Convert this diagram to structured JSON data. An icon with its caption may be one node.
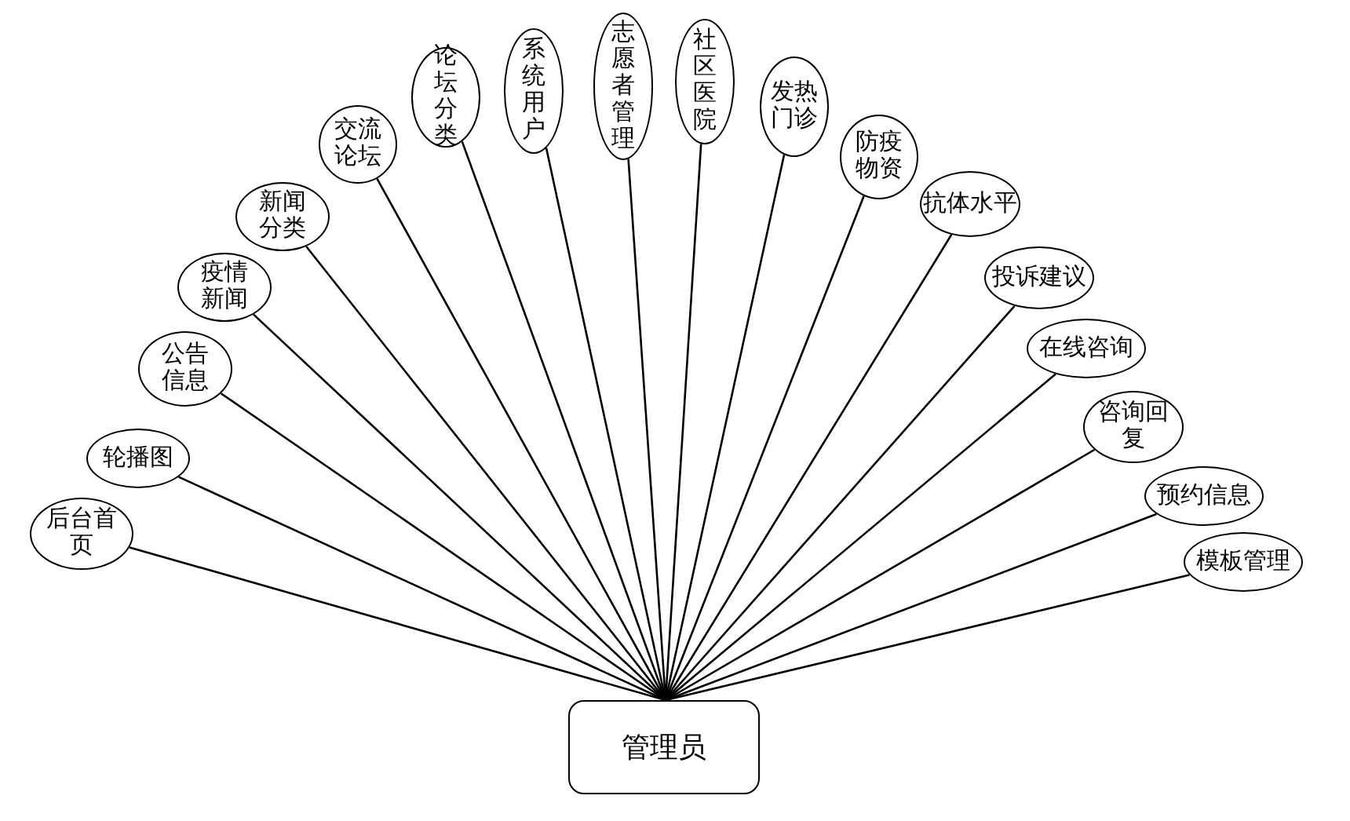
{
  "diagram": {
    "nodes": [
      {
        "text": [
          "后台首页"
        ]
      },
      {
        "text": [
          "轮播图"
        ]
      },
      {
        "text": [
          "公告信息"
        ]
      },
      {
        "text": [
          "疫情新闻"
        ]
      },
      {
        "text": [
          "新闻分类"
        ]
      },
      {
        "text": [
          "交流论坛"
        ]
      },
      {
        "text": [
          "论坛分类"
        ]
      },
      {
        "text": [
          "系统用户"
        ]
      },
      {
        "text": [
          "志愿者管理"
        ]
      },
      {
        "text": [
          "社区医院"
        ]
      },
      {
        "text": [
          "发热门诊"
        ]
      },
      {
        "text": [
          "防疫物资"
        ]
      },
      {
        "text": [
          "抗体水平"
        ]
      },
      {
        "text": [
          "投诉建议"
        ]
      },
      {
        "text": [
          "在线咨询"
        ]
      },
      {
        "text": [
          "咨询回复"
        ]
      },
      {
        "text": [
          "预约信息"
        ]
      },
      {
        "text": [
          "模板管理"
        ]
      },
      {
        "text": [
          "管理员"
        ]
      }
    ],
    "edges": [
      {
        "from": 18,
        "to": 0,
        "arrow": "none"
      },
      {
        "from": 18,
        "to": 1,
        "arrow": "none"
      },
      {
        "from": 18,
        "to": 2,
        "arrow": "none"
      },
      {
        "from": 18,
        "to": 3,
        "arrow": "none"
      },
      {
        "from": 18,
        "to": 4,
        "arrow": "none"
      },
      {
        "from": 18,
        "to": 5,
        "arrow": "none"
      },
      {
        "from": 18,
        "to": 6,
        "arrow": "none"
      },
      {
        "from": 18,
        "to": 7,
        "arrow": "none"
      },
      {
        "from": 18,
        "to": 8,
        "arrow": "none"
      },
      {
        "from": 18,
        "to": 9,
        "arrow": "none"
      },
      {
        "from": 18,
        "to": 10,
        "arrow": "none"
      },
      {
        "from": 18,
        "to": 11,
        "arrow": "none"
      },
      {
        "from": 18,
        "to": 12,
        "arrow": "none"
      },
      {
        "from": 18,
        "to": 13,
        "arrow": "none"
      },
      {
        "from": 18,
        "to": 14,
        "arrow": "none"
      },
      {
        "from": 18,
        "to": 15,
        "arrow": "none"
      },
      {
        "from": 18,
        "to": 16,
        "arrow": "none"
      },
      {
        "from": 18,
        "to": 17,
        "arrow": "none"
      }
    ]
  }
}
